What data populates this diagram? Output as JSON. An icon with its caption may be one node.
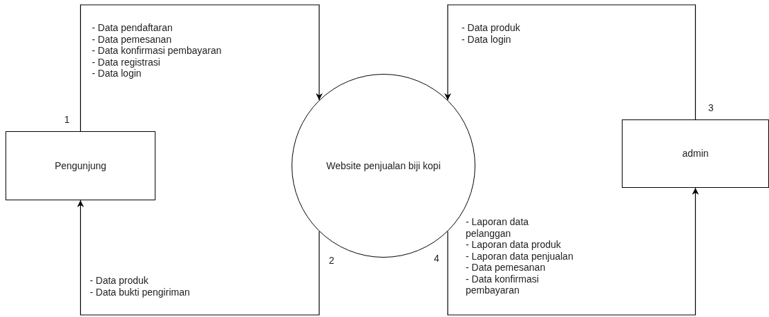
{
  "diagram": {
    "nodes": [
      {
        "text": [
          "Pengunjung"
        ]
      },
      {
        "text": [
          "Website penjualan biji kopi"
        ]
      },
      {
        "text": [
          "admin"
        ]
      }
    ],
    "edges": [
      {
        "from": 0,
        "to": 1,
        "arrow": "to",
        "label": "- Data pendaftaran\n- Data pemesanan\n- Data konfirmasi pembayaran\n- Data registrasi\n- Data login"
      },
      {
        "from": 1,
        "to": 0,
        "arrow": "to",
        "label": "- Data produk\n- Data bukti pengiriman"
      },
      {
        "from": 2,
        "to": 1,
        "arrow": "to",
        "label": "- Data produk\n- Data login"
      },
      {
        "from": 1,
        "to": 2,
        "arrow": "to",
        "label": "- Laporan data pelanggan\n- Laporan data produk\n- Laporan data penjualan\n- Data pemesanan\n- Data konfirmasi pembayaran"
      }
    ],
    "labels": [
      "1",
      "2",
      "3",
      "4"
    ]
  }
}
